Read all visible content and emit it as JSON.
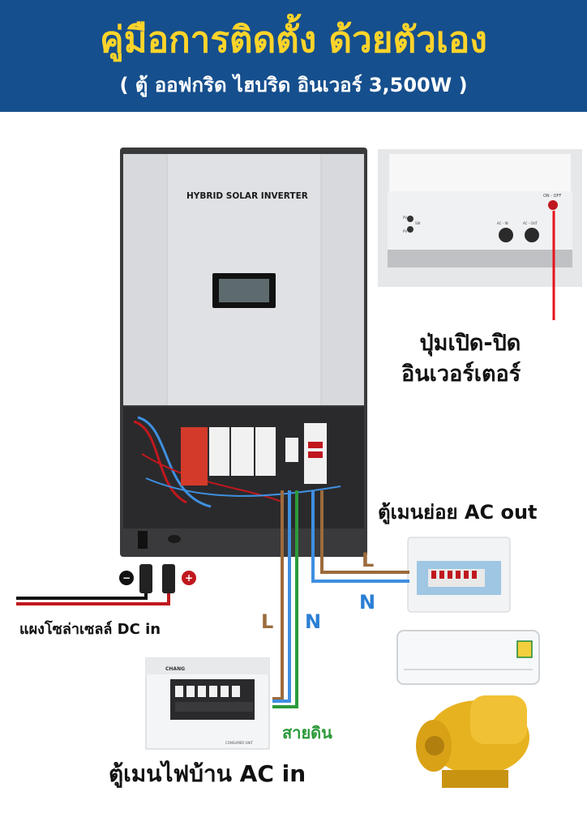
{
  "header": {
    "title": "คู่มือการติดตั้ง ด้วยตัวเอง",
    "subtitle": "( ตู้ ออฟกริด ไฮบริด อินเวอร์ 3,500W )"
  },
  "inverter": {
    "brand_text": "HYBRID SOLAR INVERTER"
  },
  "switch_photo": {
    "switch_label": "ON - OFF",
    "ports": [
      "PV +",
      "SW",
      "PV -",
      "AC - IN",
      "AC - OUT"
    ]
  },
  "labels": {
    "power_button": "ปุ่มเปิด-ปิด\nอินเวอร์เตอร์",
    "sub_panel": "ตู้เมนย่อย AC out",
    "solar_panel": "แผงโซล่าเซลล์ DC in",
    "main_panel": "ตู้เมนไฟบ้าน AC in",
    "ground": "สายดิน",
    "live_1": "L",
    "neutral_1": "N",
    "live_2": "L",
    "neutral_2": "N",
    "negative": "−",
    "positive": "+",
    "consumer_unit_brand": "CHANG",
    "consumer_unit_caption": "CONSUMER UNIT"
  },
  "colors": {
    "header_bg": "#164f8d",
    "title": "#ffd42a",
    "live_wire": "#9c6b3c",
    "neutral_wire": "#3f8fe0",
    "ground_wire": "#2c9a3a",
    "dc_positive": "#c0181e",
    "dc_negative": "#111111",
    "live_label": "#9c6b3c",
    "neutral_label": "#2a7fd4",
    "ground_label": "#2c9a3a"
  }
}
